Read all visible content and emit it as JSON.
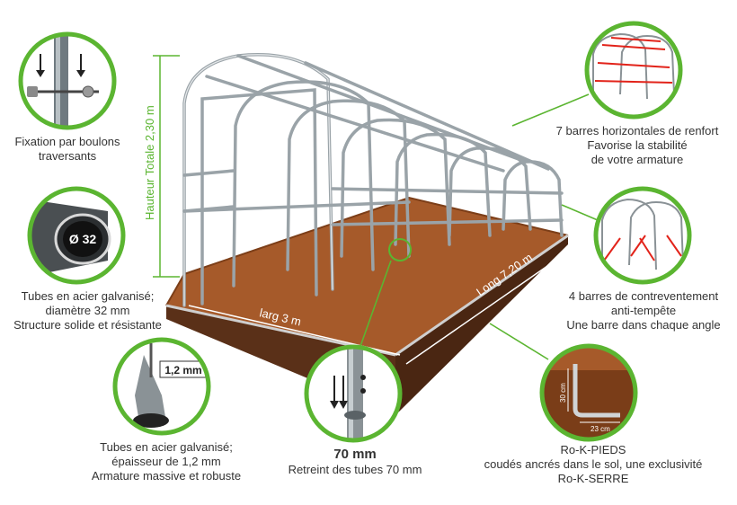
{
  "colors": {
    "accent_green": "#5bb531",
    "soil": "#a65a2a",
    "soil_dark": "#5a3018",
    "frame": "#9aa3a8",
    "red_bar": "#e2231a"
  },
  "dimensions": {
    "height": "Hauteur Totale 2,30 m",
    "width": "larg 3 m",
    "length": "Long 7,20 m"
  },
  "callouts": {
    "bolts": {
      "icon": "bolt-fixing-icon",
      "lines": [
        "Fixation par boulons",
        "traversants"
      ]
    },
    "tube32": {
      "badge": "Ø 32",
      "lines": [
        "Tubes en acier galvanisé;",
        "diamètre 32 mm",
        "Structure solide et résistante"
      ]
    },
    "thickness": {
      "badge": "1,2 mm",
      "lines": [
        "Tubes en acier galvanisé;",
        "épaisseur de 1,2 mm",
        "Armature massive et robuste"
      ]
    },
    "retreint": {
      "title": "70 mm",
      "lines": [
        "Retreint des tubes 70 mm"
      ]
    },
    "bars7": {
      "icon": "horizontal-bars-icon",
      "lines": [
        "7 barres horizontales de renfort",
        "Favorise la stabilité",
        "de votre armature"
      ]
    },
    "bars4": {
      "icon": "bracing-bars-icon",
      "lines": [
        "4 barres de contreventement",
        "anti-tempête",
        "Une barre dans chaque angle"
      ]
    },
    "feet": {
      "dim_h": "30 cm",
      "dim_w": "23 cm",
      "lines": [
        "Ro-K-PIEDS",
        "coudés ancrés dans le sol, une exclusivité",
        "Ro-K-SERRE"
      ]
    }
  }
}
